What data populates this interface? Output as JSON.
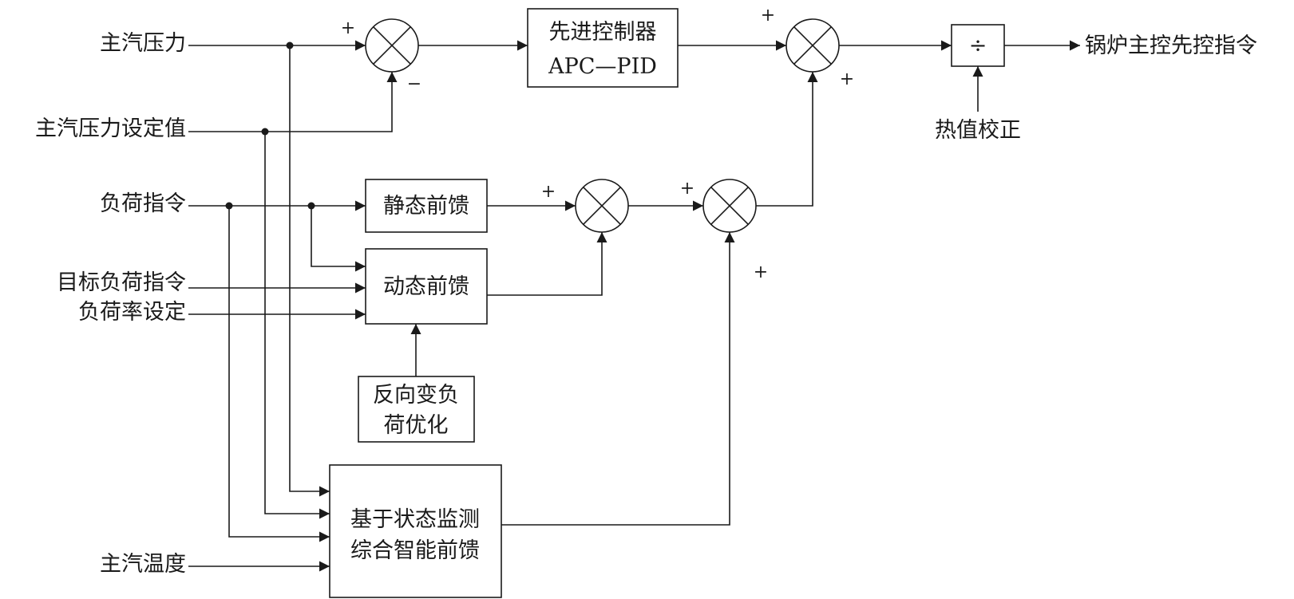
{
  "inputs": {
    "main_steam_pressure": "主汽压力",
    "pressure_setpoint": "主汽压力设定值",
    "load_command": "负荷指令",
    "target_load_command": "目标负荷指令",
    "load_rate_setting": "负荷率设定",
    "main_steam_temp": "主汽温度"
  },
  "blocks": {
    "apc_line1": "先进控制器",
    "apc_line2": "APC—PID",
    "static_ff": "静态前馈",
    "dynamic_ff": "动态前馈",
    "reverse_line1": "反向变负",
    "reverse_line2": "荷优化",
    "intel_line1": "基于状态监测",
    "intel_line2": "综合智能前馈",
    "divide": "÷"
  },
  "labels": {
    "heat_value": "热值校正",
    "output": "锅炉主控先控指令"
  },
  "signs": {
    "plus": "+",
    "minus": "−"
  }
}
